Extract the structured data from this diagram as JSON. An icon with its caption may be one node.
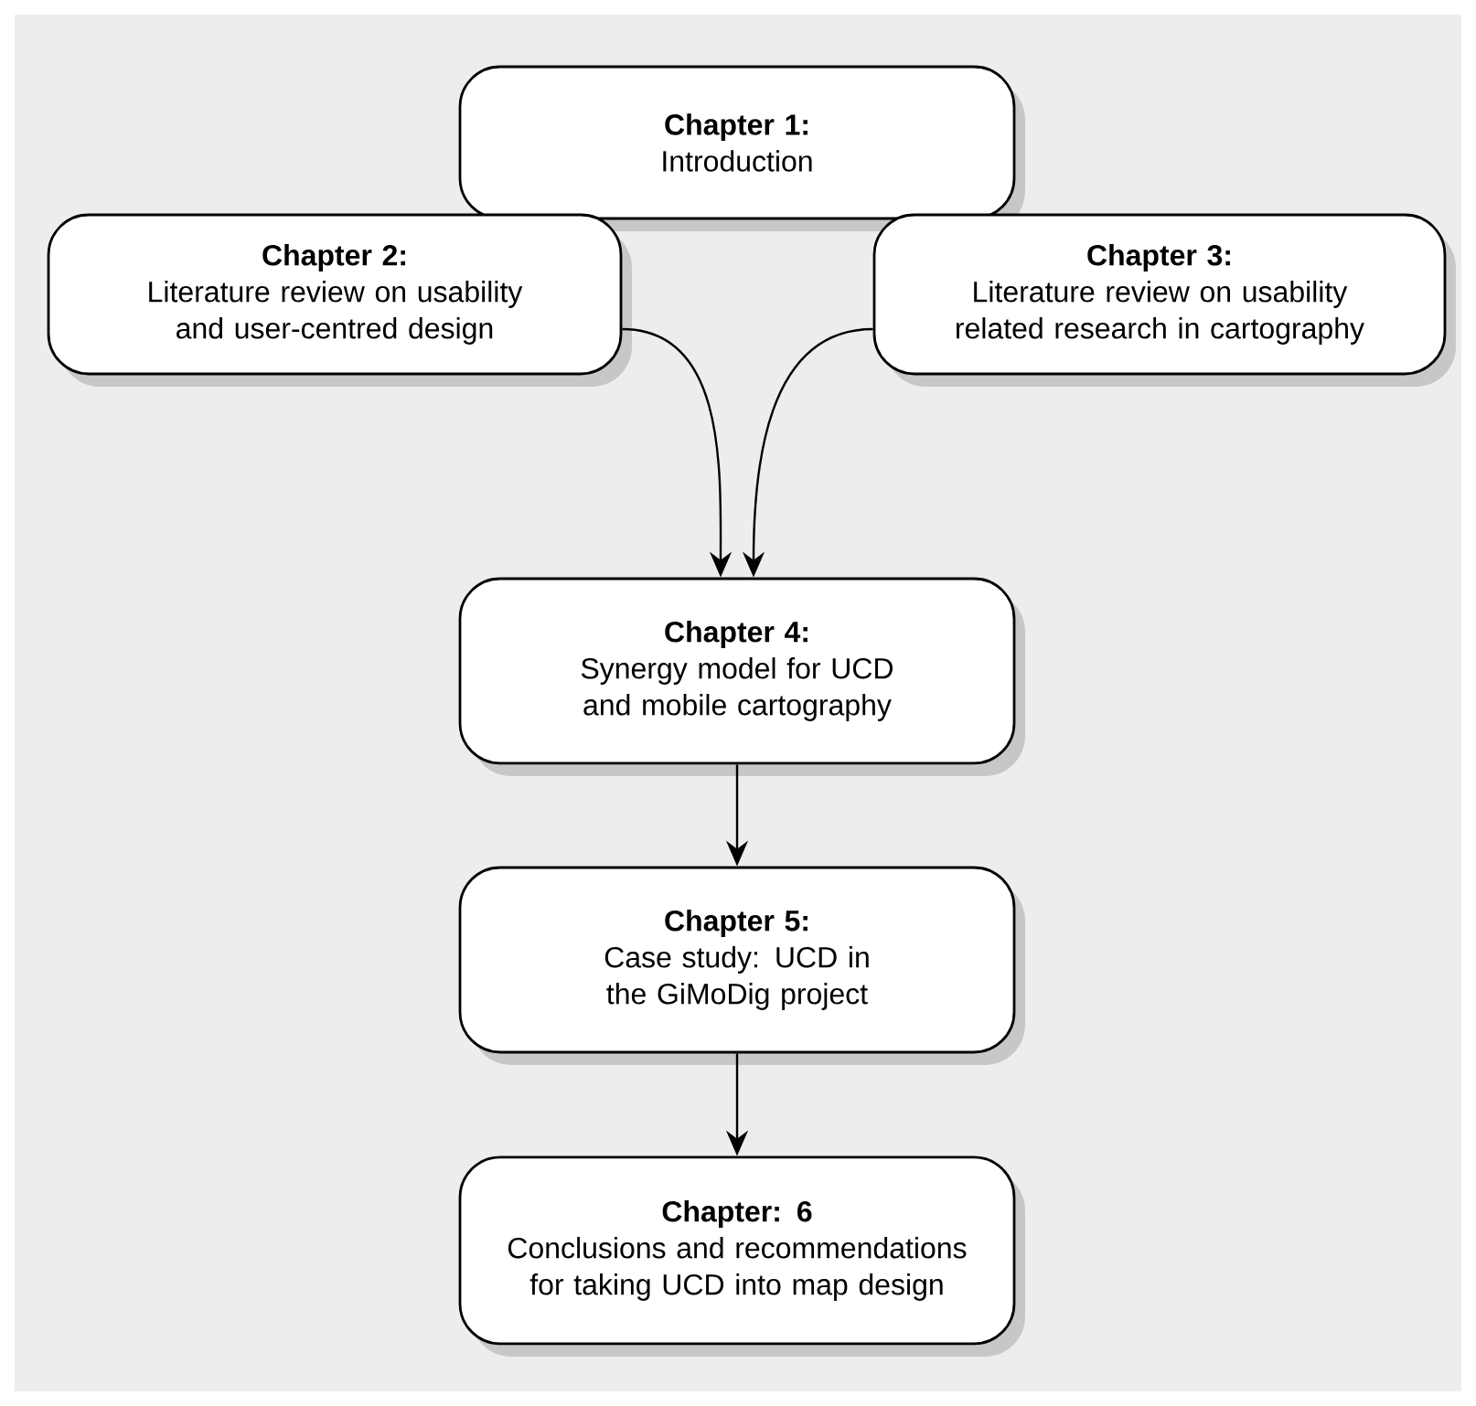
{
  "diagram": {
    "nodes": [
      {
        "text": [
          "Chapter 1:",
          "Introduction"
        ]
      },
      {
        "text": [
          "Chapter 2:",
          "Literature review on usability and user-centred design"
        ]
      },
      {
        "text": [
          "Chapter 3:",
          "Literature review on usability related research in cartography"
        ]
      },
      {
        "text": [
          "Chapter 4:",
          "Synergy model for UCD and mobile cartography"
        ]
      },
      {
        "text": [
          "Chapter 5:",
          "Case study: UCD in the GiMoDig project"
        ]
      },
      {
        "text": [
          "Chapter: 6",
          "Conclusions and recommendations for taking UCD into map design"
        ]
      }
    ],
    "edges": [
      {
        "from": 1,
        "to": 3,
        "arrow": "to"
      },
      {
        "from": 2,
        "to": 3,
        "arrow": "to"
      },
      {
        "from": 3,
        "to": 4,
        "arrow": "to"
      },
      {
        "from": 4,
        "to": 5,
        "arrow": "to"
      }
    ]
  }
}
